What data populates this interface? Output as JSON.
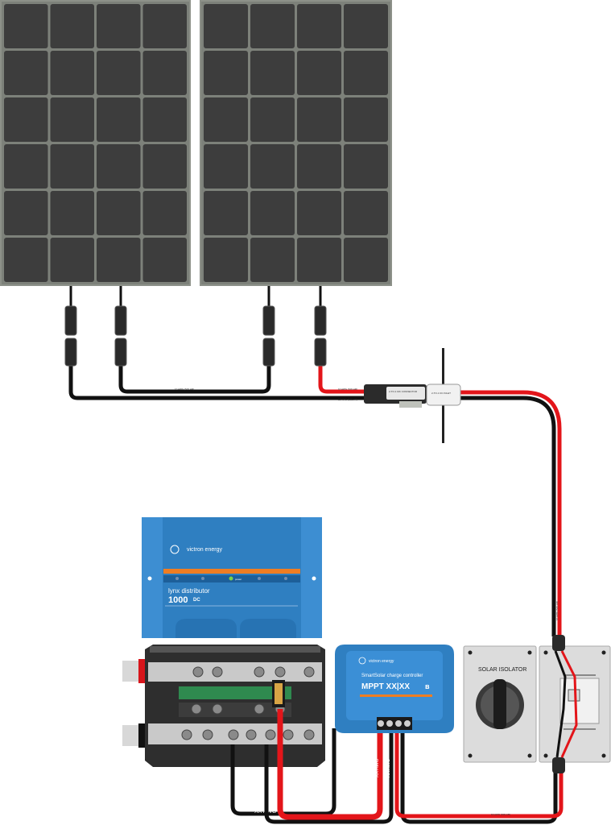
{
  "panels": {
    "cable_label_series": "10 AWG (SOLAR)",
    "cable_label_pos": "10 AWG (SOLAR)",
    "cable_label_neg": "10 AWG (SOLAR)"
  },
  "connectors": {
    "combiner_label": "2-TO-1 MC CONNECTOR",
    "gland_label": "2-TO-1 DC INLET"
  },
  "lynx": {
    "brand": "victron energy",
    "product": "lynx distributor",
    "rating": "1000",
    "rating_unit": "DC",
    "led_label": "power"
  },
  "mppt": {
    "brand": "victron energy",
    "model_line": "SmartSolar charge controller",
    "model": "MPPT XX|XX",
    "bluetooth": "ʙ"
  },
  "isolator": {
    "title": "SOLAR ISOLATOR"
  },
  "wiring": {
    "awg_bottom_left": "XX AWG",
    "awg_mppt_1": "XX AWG",
    "awg_mppt_2": "XX AWG",
    "awg_right_vertical": "10 AWG (SOLAR)",
    "awg_bottom_right": "10 AWG (SOLAR)"
  },
  "colors": {
    "positive": "#e3151a",
    "negative": "#111111",
    "panel_frame": "#8d9189",
    "panel_cell": "#3d3d3d",
    "victron_blue": "#2f7fc1"
  }
}
